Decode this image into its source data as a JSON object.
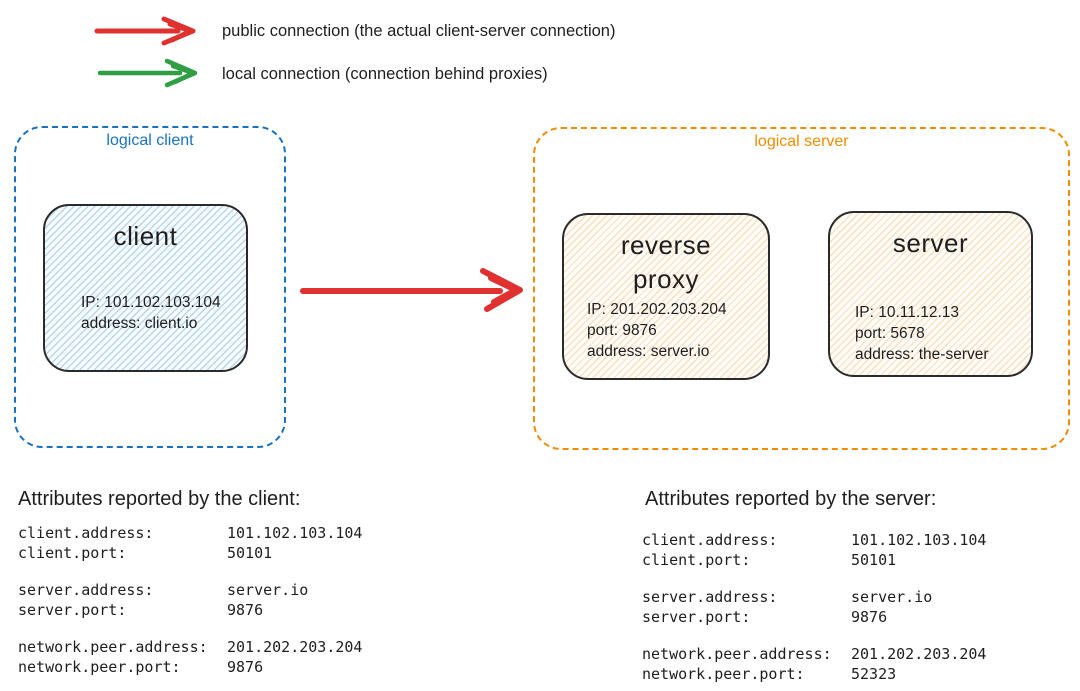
{
  "colors": {
    "public_arrow_red": "#e03131",
    "local_arrow_green": "#2f9e44",
    "logical_client_blue": "#1971c2",
    "logical_server_orange": "#f08c00",
    "ink": "#1e1e1e"
  },
  "legend": {
    "public": {
      "label": "public connection (the actual client-server connection)"
    },
    "local": {
      "label": "local connection (connection behind proxies)"
    }
  },
  "diagram": {
    "logical_client": {
      "label": "logical client",
      "nodes": [
        {
          "title": "client",
          "lines": [
            "IP: 101.102.103.104",
            "address: client.io"
          ]
        }
      ]
    },
    "logical_server": {
      "label": "logical server",
      "nodes": [
        {
          "title": "reverse proxy",
          "lines": [
            "IP: 201.202.203.204",
            "port: 9876",
            "address: server.io"
          ]
        },
        {
          "title": "server",
          "lines": [
            "IP: 10.11.12.13",
            "port: 5678",
            "address: the-server"
          ]
        }
      ]
    }
  },
  "attrs_client": {
    "title": "Attributes reported by the client:",
    "groups": [
      [
        {
          "k": "client.address:",
          "v": "101.102.103.104"
        },
        {
          "k": "client.port:",
          "v": "50101"
        }
      ],
      [
        {
          "k": "server.address:",
          "v": "server.io"
        },
        {
          "k": "server.port:",
          "v": "9876"
        }
      ],
      [
        {
          "k": "network.peer.address:",
          "v": "201.202.203.204"
        },
        {
          "k": "network.peer.port:",
          "v": "9876"
        }
      ]
    ]
  },
  "attrs_server": {
    "title": "Attributes reported by the server:",
    "groups": [
      [
        {
          "k": "client.address:",
          "v": "101.102.103.104"
        },
        {
          "k": "client.port:",
          "v": "50101"
        }
      ],
      [
        {
          "k": "server.address:",
          "v": "server.io"
        },
        {
          "k": "server.port:",
          "v": "9876"
        }
      ],
      [
        {
          "k": "network.peer.address:",
          "v": "201.202.203.204"
        },
        {
          "k": "network.peer.port:",
          "v": "52323"
        }
      ]
    ]
  }
}
